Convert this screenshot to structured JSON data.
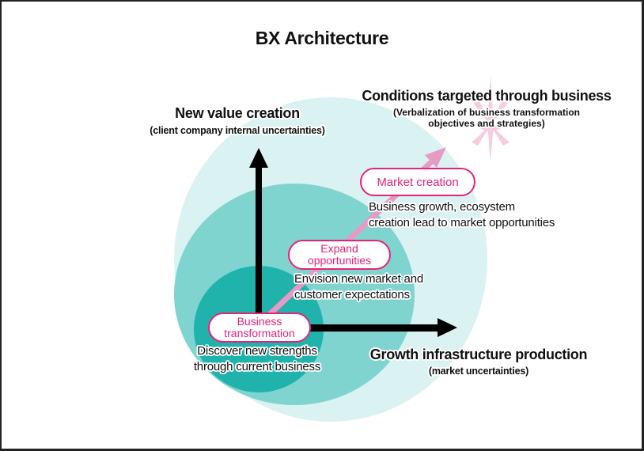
{
  "title": "BX Architecture",
  "colors": {
    "outer_circle": "#daf2f2",
    "middle_circle": "#7fd4d0",
    "inner_circle": "#1fb3ac",
    "axis": "#000000",
    "pink_accent": "#e6227a",
    "growth_arrow": "#e89ac4",
    "star": "#f7c6dd"
  },
  "vertical_axis": {
    "title": "New value creation",
    "subtitle": "(client company internal uncertainties)"
  },
  "horizontal_axis": {
    "title": "Growth infrastructure production",
    "subtitle": "(market uncertainties)"
  },
  "goal": {
    "title": "Conditions targeted through business",
    "subtitle_line1": "(Verbalization of business transformation",
    "subtitle_line2": "objectives and strategies)",
    "icon": "sparkle-star-icon"
  },
  "stages": [
    {
      "label_line1": "Business",
      "label_line2": "transformation",
      "desc_line1": "Discover new strengths",
      "desc_line2": "through current business"
    },
    {
      "label_line1": "Expand",
      "label_line2": "opportunities",
      "desc_line1": "Envision new market and",
      "desc_line2": "customer expectations"
    },
    {
      "label_line1": "Market creation",
      "label_line2": "",
      "desc_line1": "Business growth, ecosystem",
      "desc_line2": "creation lead to market opportunities"
    }
  ]
}
